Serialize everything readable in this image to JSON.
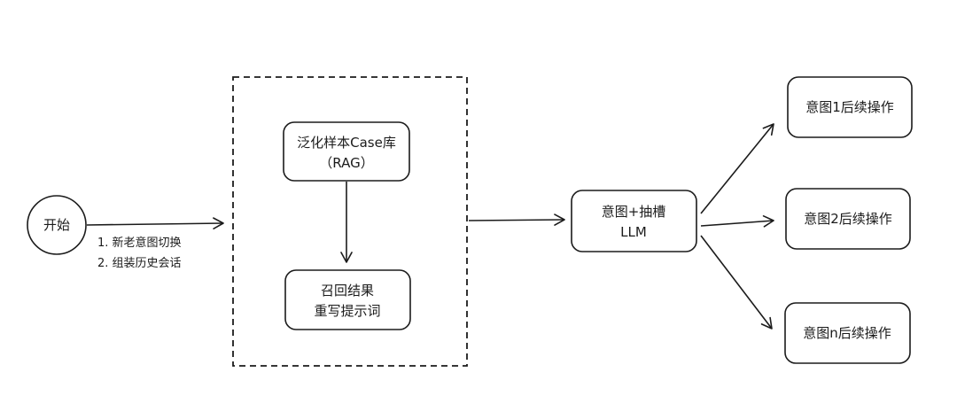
{
  "nodes": {
    "start": "开始",
    "case_lib_line1": "泛化样本Case库",
    "case_lib_line2": "（RAG）",
    "recall_line1": "召回结果",
    "recall_line2": "重写提示词",
    "llm_line1": "意图+抽槽",
    "llm_line2": "LLM",
    "intent1": "意图1后续操作",
    "intent2": "意图2后续操作",
    "intentn": "意图n后续操作"
  },
  "edge_labels": {
    "step1": "1. 新老意图切换",
    "step2": "2. 组装历史会话"
  }
}
